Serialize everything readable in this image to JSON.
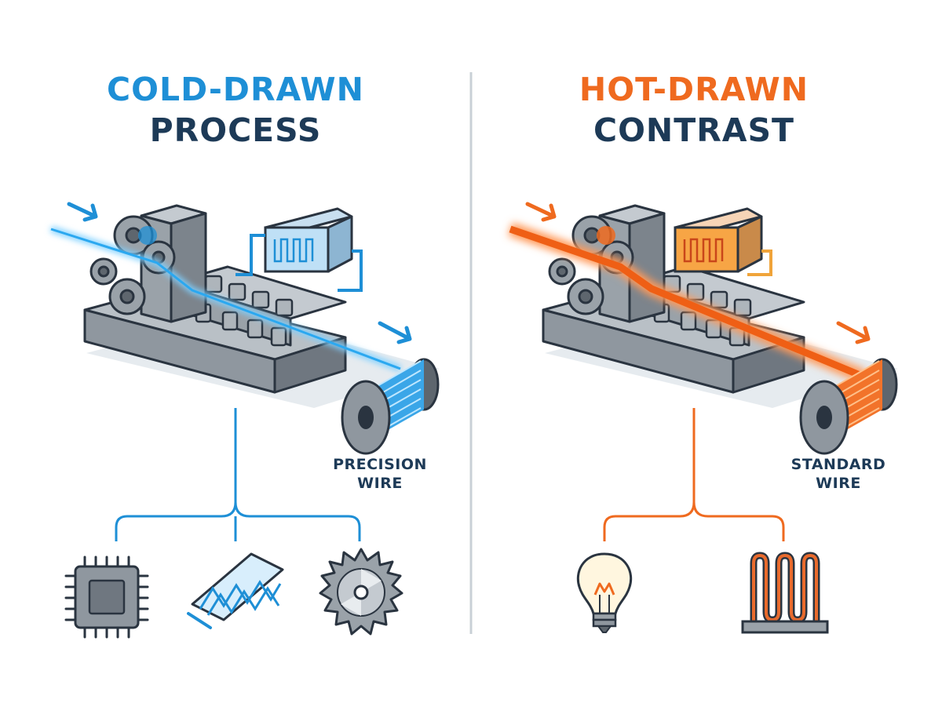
{
  "colors": {
    "cold_accent": "#1e8fd6",
    "hot_accent": "#ef6a1f",
    "navy": "#1d3a57",
    "machine_gray": "#8f979f",
    "outline": "#2a3440",
    "divider": "#c9d0d6"
  },
  "left_panel": {
    "title_line1": "COLD-DRAWN",
    "title_line2": "PROCESS",
    "wire_label_line1": "PRECISION",
    "wire_label_line2": "WIRE",
    "application_icons": [
      "microchip-icon",
      "stent-mesh-icon",
      "saw-blade-icon"
    ]
  },
  "right_panel": {
    "title_line1": "HOT-DRAWN",
    "title_line2": "CONTRAST",
    "wire_label_line1": "STANDARD",
    "wire_label_line2": "WIRE",
    "application_icons": [
      "light-bulb-icon",
      "heating-element-icon"
    ]
  }
}
